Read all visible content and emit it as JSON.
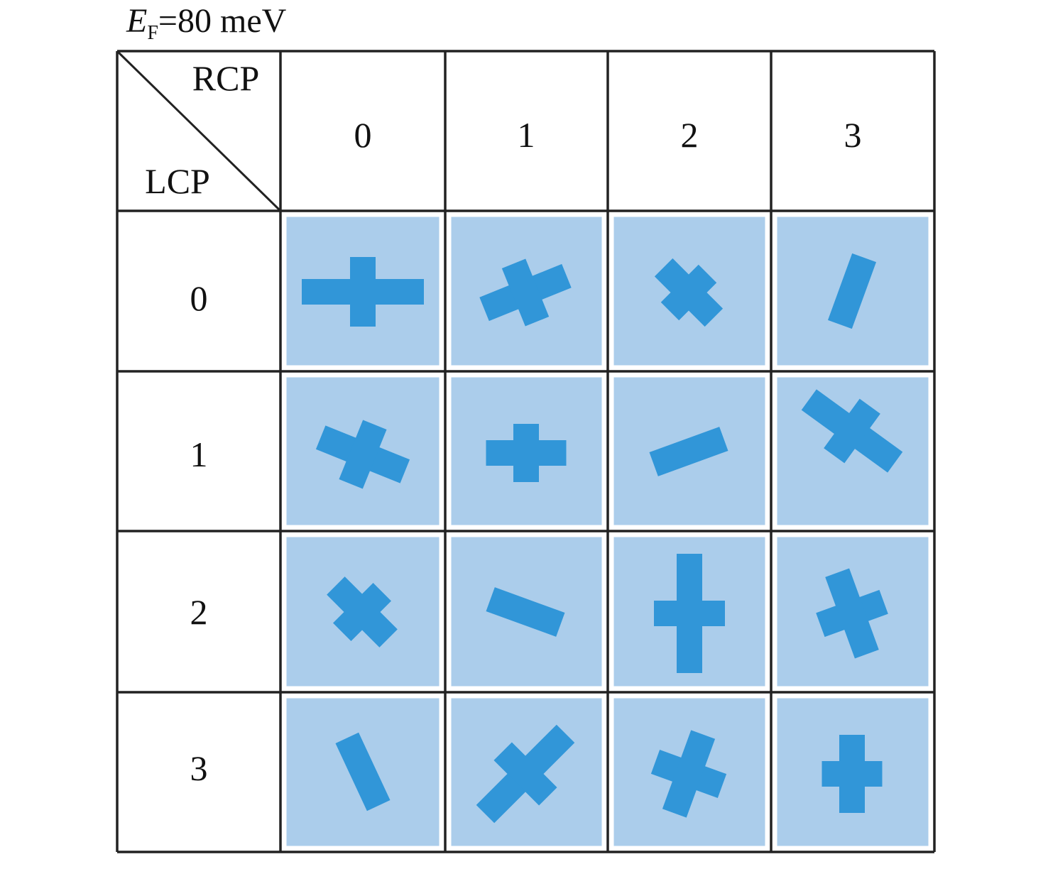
{
  "title": {
    "symbol": "E",
    "subscript": "F",
    "value_text": "=80 meV"
  },
  "corner": {
    "column_axis_label": "RCP",
    "row_axis_label": "LCP"
  },
  "column_headers": [
    "0",
    "1",
    "2",
    "3"
  ],
  "row_headers": [
    "0",
    "1",
    "2",
    "3"
  ],
  "colors": {
    "grid_line": "#222222",
    "tile_fill": "#abcdeb",
    "tile_border": "#ffffff",
    "pattern_fill": "#3196d8"
  }
}
